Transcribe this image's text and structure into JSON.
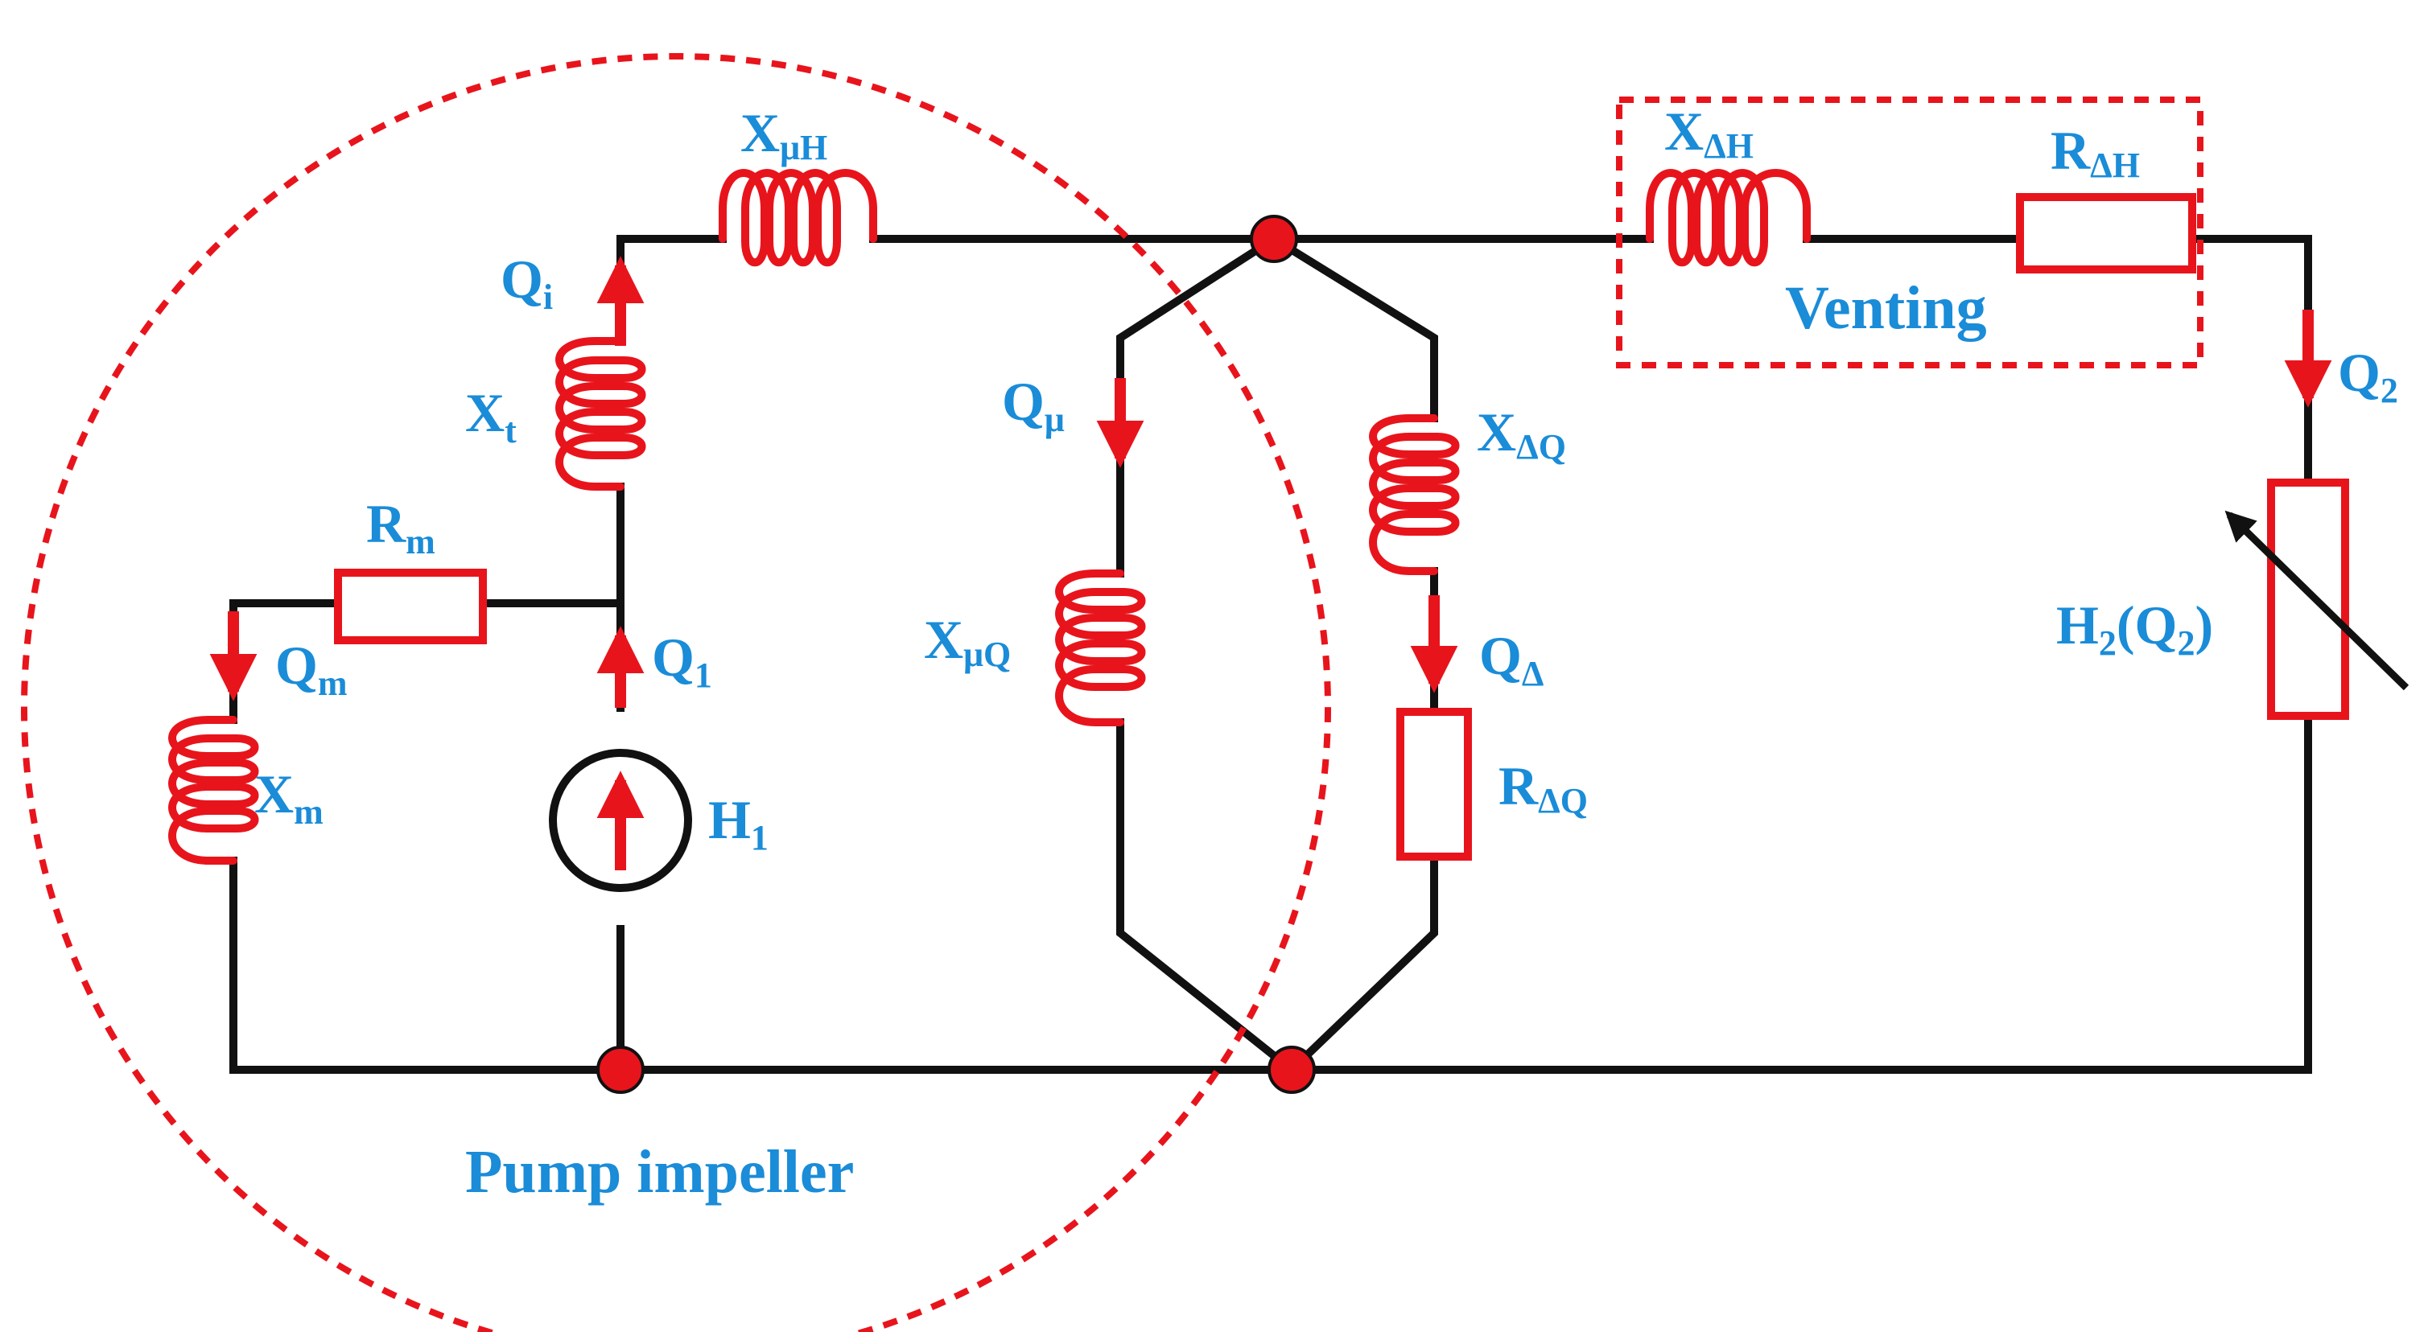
{
  "colors": {
    "wire": "#111111",
    "component": "#e8141c",
    "label": "#1a8cd8",
    "background": "#ffffff"
  },
  "labels": {
    "X_muH": {
      "main": "X",
      "sub": "μH"
    },
    "Q_i": {
      "main": "Q",
      "sub": "i"
    },
    "X_t": {
      "main": "X",
      "sub": "t"
    },
    "R_m": {
      "main": "R",
      "sub": "m"
    },
    "Q_m": {
      "main": "Q",
      "sub": "m"
    },
    "X_m": {
      "main": "X",
      "sub": "m"
    },
    "Q_1": {
      "main": "Q",
      "sub": "1"
    },
    "H_1": {
      "main": "H",
      "sub": "1"
    },
    "Q_mu": {
      "main": "Q",
      "sub": "μ"
    },
    "X_muQ": {
      "main": "X",
      "sub": "μQ"
    },
    "X_dQ": {
      "main": "X",
      "sub": "ΔQ"
    },
    "Q_d": {
      "main": "Q",
      "sub": "Δ"
    },
    "R_dQ": {
      "main": "R",
      "sub": "ΔQ"
    },
    "X_dH": {
      "main": "X",
      "sub": "ΔH"
    },
    "R_dH": {
      "main": "R",
      "sub": "ΔH"
    },
    "Q_2": {
      "main": "Q",
      "sub": "2"
    },
    "H_2": {
      "main": "H",
      "sub": "2",
      "tail1": "(Q",
      "sub2": "2",
      "tail2": ")"
    }
  },
  "regions": {
    "venting": "Venting",
    "pump_impeller": "Pump impeller"
  }
}
